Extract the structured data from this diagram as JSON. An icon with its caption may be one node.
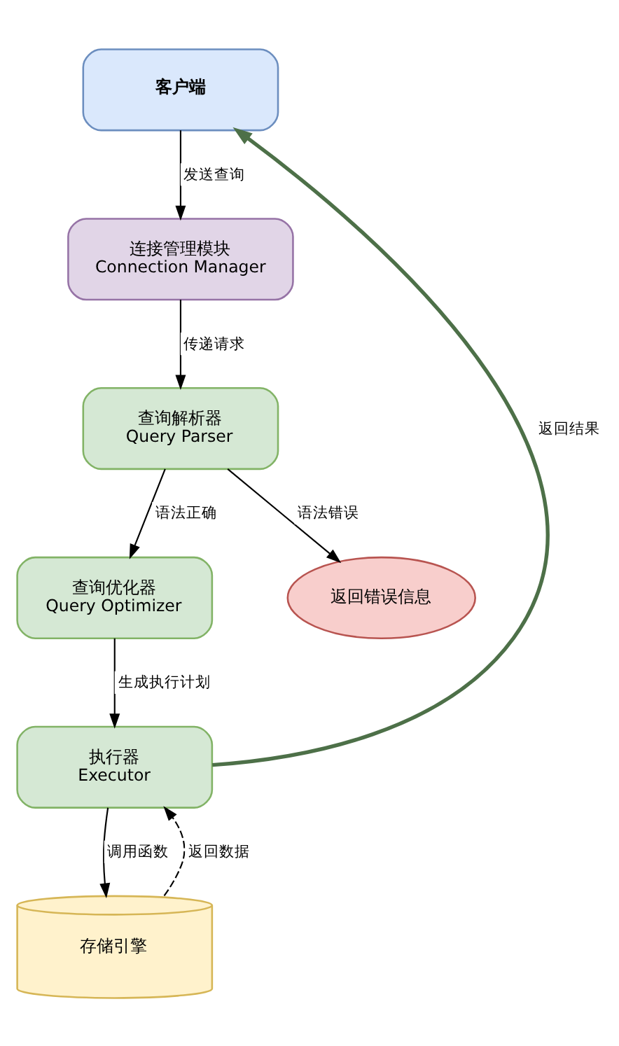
{
  "diagram": {
    "nodes": [
      {
        "text": [
          "客户端"
        ]
      },
      {
        "text": [
          "连接管理模块",
          "Connection Manager"
        ]
      },
      {
        "text": [
          "查询解析器",
          "Query Parser"
        ]
      },
      {
        "text": [
          "查询优化器",
          "Query Optimizer"
        ]
      },
      {
        "text": [
          "返回错误信息"
        ]
      },
      {
        "text": [
          "执行器",
          "Executor"
        ]
      },
      {
        "text": [
          "存储引擎"
        ]
      }
    ],
    "edges": [
      {
        "from": 0,
        "to": 1,
        "arrow": "to",
        "label": "发送查询"
      },
      {
        "from": 1,
        "to": 2,
        "arrow": "to",
        "label": "传递请求"
      },
      {
        "from": 2,
        "to": 3,
        "arrow": "to",
        "label": "语法正确"
      },
      {
        "from": 2,
        "to": 4,
        "arrow": "to",
        "label": "语法错误"
      },
      {
        "from": 3,
        "to": 5,
        "arrow": "to",
        "label": "生成执行计划"
      },
      {
        "from": 5,
        "to": 0,
        "arrow": "to",
        "label": "返回结果",
        "style": "thick",
        "color": "#4d7048"
      },
      {
        "from": 5,
        "to": 6,
        "arrow": "to",
        "label": "调用函数"
      },
      {
        "from": 6,
        "to": 5,
        "arrow": "to",
        "label": "返回数据",
        "style": "dashed"
      }
    ]
  }
}
